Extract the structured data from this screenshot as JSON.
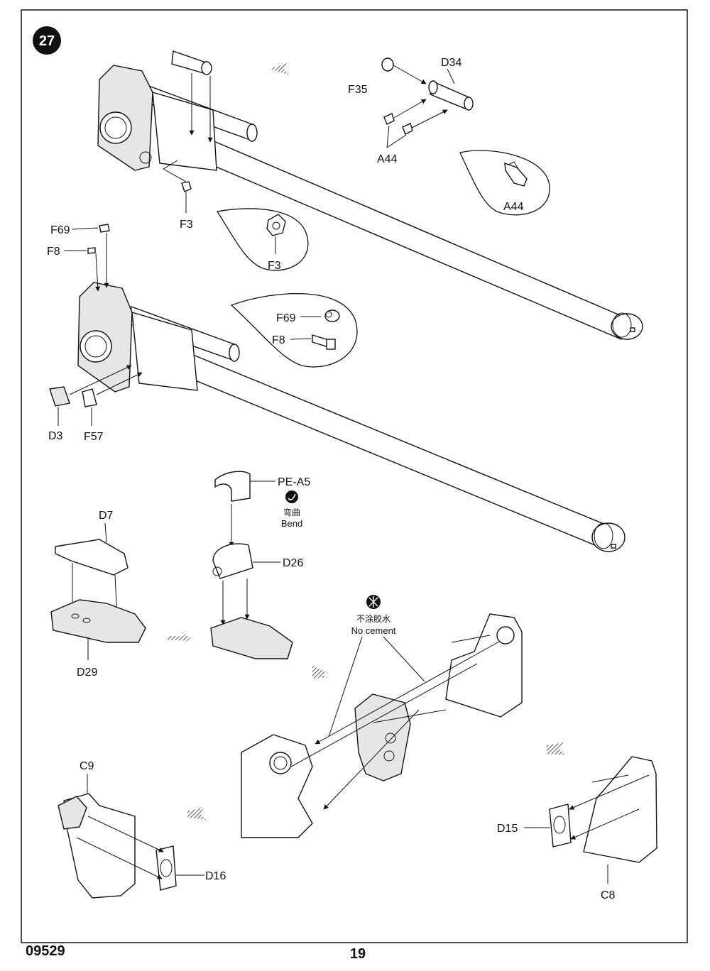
{
  "step": {
    "number": "27"
  },
  "labels": {
    "D34": "D34",
    "F35": "F35",
    "A44": "A44",
    "A44_detail": "A44",
    "F3": "F3",
    "F3_detail": "F3",
    "F69": "F69",
    "F8": "F8",
    "F69_detail": "F69",
    "F8_detail": "F8",
    "D3": "D3",
    "F57": "F57",
    "PE_A5": "PE-A5",
    "D7": "D7",
    "D26": "D26",
    "D29": "D29",
    "C9": "C9",
    "D16": "D16",
    "D15": "D15",
    "C8": "C8"
  },
  "notes": {
    "bend_cn": "弯曲",
    "bend_en": "Bend",
    "no_cement_cn": "不涂胶水",
    "no_cement_en": "No cement"
  },
  "footer": {
    "kit_number": "09529",
    "page_number": "19"
  },
  "colors": {
    "ink": "#111111",
    "paper": "#ffffff",
    "frame": "#222222"
  }
}
